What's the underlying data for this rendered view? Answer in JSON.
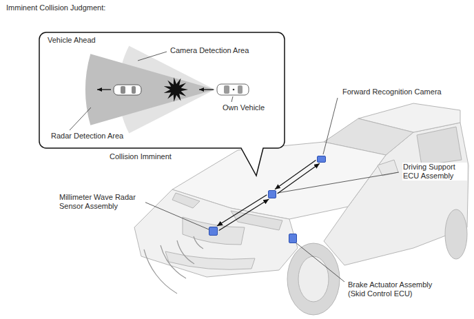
{
  "diagram": {
    "title": "Imminent Collision Judgment:",
    "nodes": [
      {
        "text": [
          "Vehicle Ahead"
        ]
      },
      {
        "text": [
          "Forward Recognition Camera"
        ]
      },
      {
        "text": [
          "Driving Support ECU Assembly"
        ]
      },
      {
        "text": [
          "Millimeter Wave Radar Sensor Assembly"
        ]
      },
      {
        "text": [
          "Brake Actuator Assembly (Skid Control ECU)"
        ]
      }
    ],
    "edges": [
      {
        "from": 2,
        "to": 1,
        "arrow": "to"
      },
      {
        "from": 1,
        "to": 2,
        "arrow": "to"
      },
      {
        "from": 2,
        "to": 3,
        "arrow": "to"
      },
      {
        "from": 3,
        "to": 2,
        "arrow": "to"
      }
    ],
    "labels": [
      "Camera Detection Area",
      "Own Vehicle",
      "Radar Detection Area",
      "Collision Imminent"
    ]
  }
}
